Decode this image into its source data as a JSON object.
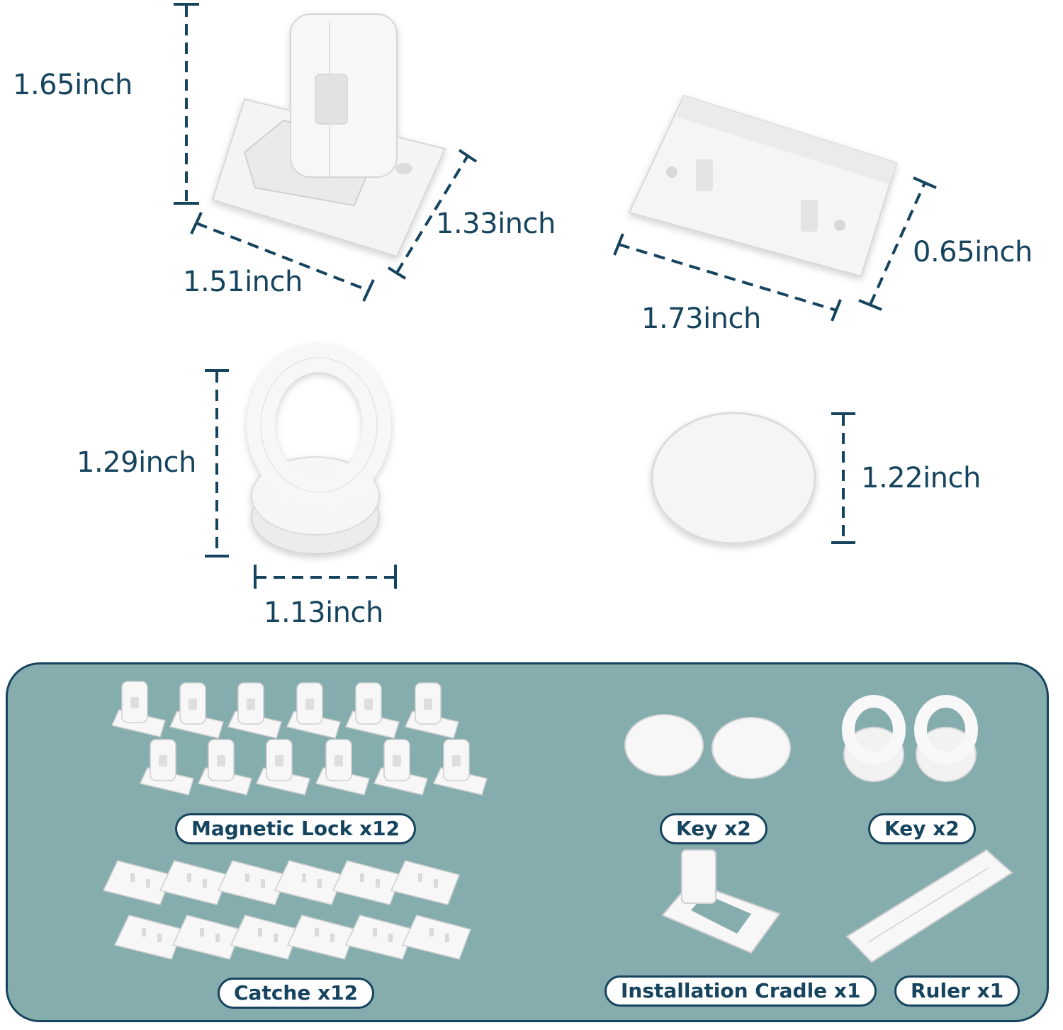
{
  "colors": {
    "accent": "#16445e",
    "panel": "#86adad",
    "part": "#ffffff"
  },
  "dimensions": {
    "lock_height": "1.65inch",
    "lock_width": "1.51inch",
    "lock_depth": "1.33inch",
    "catch_width": "1.73inch",
    "catch_depth": "0.65inch",
    "key_height": "1.29inch",
    "key_width": "1.13inch",
    "disc_diameter": "1.22inch"
  },
  "contents": {
    "magnetic_lock": "Magnetic Lock x12",
    "catche": "Catche x12",
    "key_discs": "Key x2",
    "key_rings": "Key x2",
    "installation_cradle": "Installation Cradle x1",
    "ruler": "Ruler x1"
  }
}
